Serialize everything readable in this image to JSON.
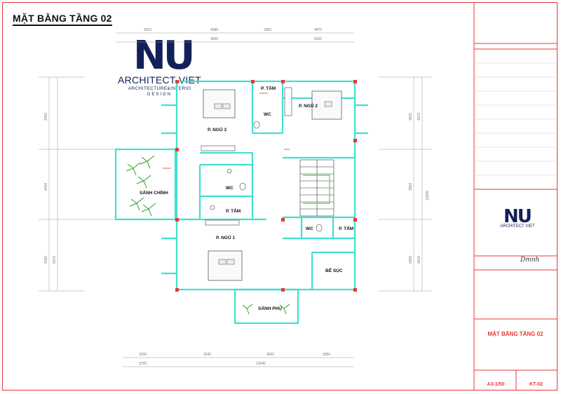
{
  "drawing_title": "MẶT BẰNG TẦNG 02",
  "logo": {
    "mark": "NU",
    "name": "ARCHITECT VIET",
    "tagline": "ARCHITECTURE&INTERIO",
    "subline": "DESIGN"
  },
  "rooms": {
    "bedroom3": "P. NGỦ 3",
    "bedroom2": "P. NGỦ 2",
    "bedroom1": "P. NGỦ 1",
    "bath_top": "P. TẮM",
    "wc_top": "WC",
    "wc_mid": "WC",
    "bath_mid": "P. TẮM",
    "main_lobby": "SẢNH CHÍNH",
    "wc_right": "WC",
    "bath_right": "P. TẮM",
    "tank": "BỂ SỤC",
    "side_lobby": "SẢNH PHỤ"
  },
  "dimensions": {
    "top_row1": [
      "3910",
      "4085",
      "1800",
      "4870"
    ],
    "top_row2": [
      "4555",
      "4320"
    ],
    "bottom_row1": [
      "3200",
      "3945",
      "3600",
      "3950"
    ],
    "bottom_row2": [
      "3700",
      "10945"
    ],
    "left": [
      "4350",
      "4430",
      "4280",
      "8170"
    ],
    "right": [
      "4625",
      "4370",
      "3960",
      "4300",
      "4610",
      "13365"
    ]
  },
  "title_block": {
    "logo_mark": "NU",
    "logo_name": "ARCHITECT VIET",
    "signature": "Dmnh",
    "sheet_title": "MẶT BẰNG TẦNG 02",
    "scale": "A3-1/50",
    "sheet_no": "KT-02"
  },
  "colors": {
    "frame": "#e53935",
    "wall": "#40e0d0",
    "logo": "#12205a",
    "landscape": "#2e9b2e"
  }
}
